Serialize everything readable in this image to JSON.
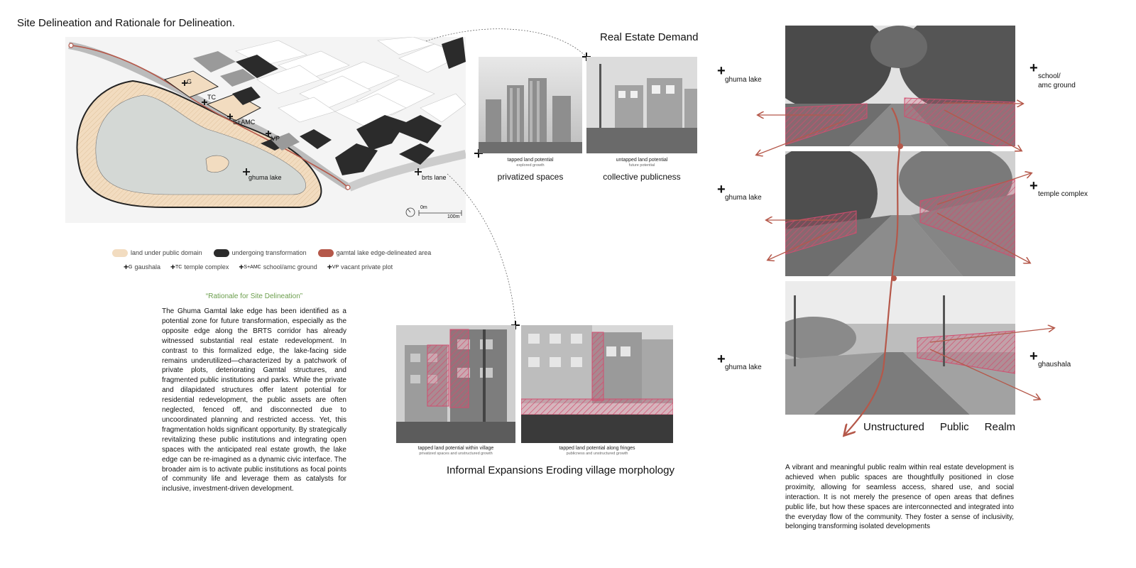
{
  "main_title": "Site Delineation and Rationale for Delineation.",
  "map": {
    "labels": {
      "g": "G",
      "tc": "TC",
      "samc": "S+AMC",
      "vp": "VP",
      "ghuma_lake": "ghuma lake",
      "brts_lane": "brts lane"
    },
    "scale_start": "0m",
    "scale_end": "100m"
  },
  "legend": {
    "swatches": [
      {
        "label": "land under public domain",
        "color": "#f2dcc0"
      },
      {
        "label": "undergoing transformation",
        "color": "#2b2b2b"
      },
      {
        "label": "gamtal lake edge-delineated area",
        "color": "#b5584a"
      }
    ],
    "codes": [
      {
        "code": "G",
        "label": "gaushala"
      },
      {
        "code": "TC",
        "label": "temple complex"
      },
      {
        "code": "S+AMC",
        "label": "school/amc ground"
      },
      {
        "code": "VP",
        "label": "vacant private plot"
      }
    ]
  },
  "real_estate": {
    "title": "Real Estate Demand",
    "photos": [
      {
        "caption": "tapped land potential",
        "subcaption": "explored growth",
        "label": "privatized spaces"
      },
      {
        "caption": "untapped land potential",
        "subcaption": "future potential",
        "label": "collective publicness"
      }
    ]
  },
  "rationale": {
    "title": "“Rationale for Site Delineation”",
    "body": "The Ghuma Gamtal lake edge has been identified as a potential zone for future transformation, especially as the opposite edge along the BRTS corridor has already witnessed substantial real estate redevelopment. In contrast to this formalized edge, the lake-facing side remains underutilized—characterized by a patchwork of private plots, deteriorating Gamtal structures, and fragmented public institutions and parks. While the private and dilapidated structures offer latent potential for residential redevelopment, the public assets are often neglected, fenced off, and disconnected due to uncoordinated planning and restricted access. Yet, this fragmentation holds significant opportunity. By strategically revitalizing these public institutions and integrating open spaces with the anticipated real estate growth, the lake edge can be re-imagined as a dynamic civic interface. The broader aim is to activate public institutions as focal points of community life and leverage them as catalysts for inclusive, investment-driven development."
  },
  "informal": {
    "title": "Informal Expansions Eroding village morphology",
    "photos": [
      {
        "caption": "tapped land potential within village",
        "subcaption": "privatized spaces and unstructured growth"
      },
      {
        "caption": "tapped land potential along fringes",
        "subcaption": "publicness and unstructured growth"
      }
    ]
  },
  "street": {
    "left_labels": [
      "ghuma lake",
      "ghuma lake",
      "ghuma lake"
    ],
    "right_labels": [
      "school/\namc ground",
      "temple complex",
      "ghaushala"
    ],
    "title_words": [
      "Unstructured",
      "Public",
      "Realm"
    ],
    "paragraph": "A vibrant and meaningful public realm within real estate development is achieved when public spaces are thoughtfully positioned in close proximity, allowing for seamless access, shared use, and social interaction. It is not merely the presence of open areas that defines public life, but how these spaces are interconnected and integrated into the everyday flow of the community. They foster a sense of inclusivity, belonging transforming isolated developments"
  },
  "colors": {
    "accent_red": "#b5584a",
    "public_domain": "#f2dcc0",
    "lake": "#d4d8d5",
    "dark_block": "#2b2b2b",
    "rationale_green": "#6b9e4c"
  }
}
